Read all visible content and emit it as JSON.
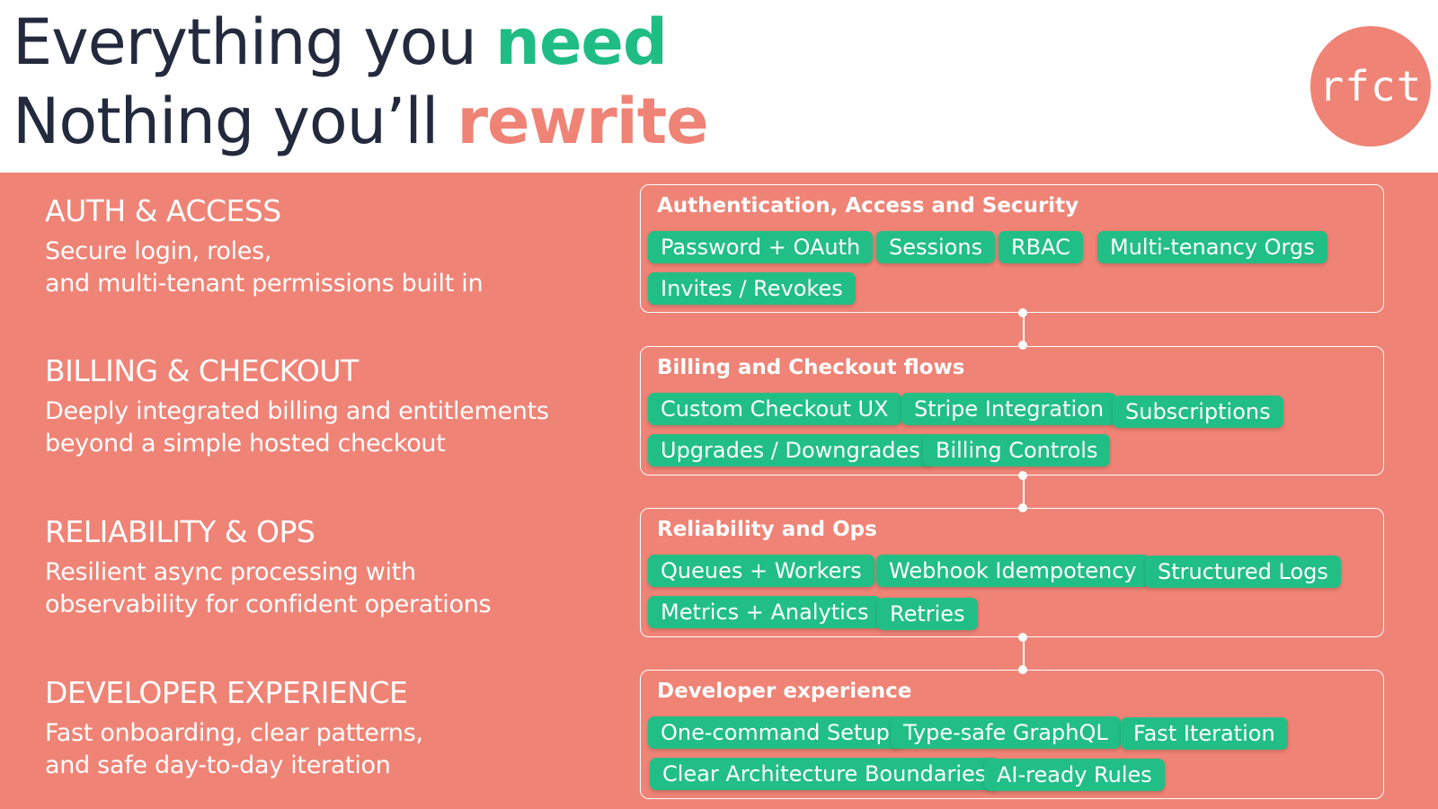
{
  "header": {
    "line1_prefix": "Everything you ",
    "line1_highlight": "need",
    "line2_prefix": "Nothing you’ll ",
    "line2_highlight": "rewrite",
    "logo_text": "rfct"
  },
  "colors": {
    "background_band": "#ef8376",
    "headline_text": "#232a3e",
    "highlight_need": "#1fbd84",
    "highlight_rewrite": "#ef8376",
    "chip": "#21bf85",
    "text_on_band": "#ffffff"
  },
  "features": [
    {
      "title": "AUTH & ACCESS",
      "description": "Secure login, roles,\nand multi-tenant permissions built in"
    },
    {
      "title": "BILLING & CHECKOUT",
      "description": "Deeply integrated billing and entitlements\nbeyond a simple hosted checkout"
    },
    {
      "title": "RELIABILITY & OPS",
      "description": "Resilient async processing with\nobservability for confident operations"
    },
    {
      "title": "DEVELOPER EXPERIENCE",
      "description": "Fast onboarding, clear patterns,\nand safe day-to-day iteration"
    }
  ],
  "panels": [
    {
      "title": "Authentication, Access and Security",
      "rows": [
        [
          "Password + OAuth",
          "Sessions",
          "RBAC",
          "Multi-tenancy Orgs"
        ],
        [
          "Invites / Revokes"
        ]
      ]
    },
    {
      "title": "Billing and Checkout flows",
      "rows": [
        [
          "Custom Checkout UX",
          "Stripe Integration",
          "Subscriptions"
        ],
        [
          "Upgrades / Downgrades",
          "Billing Controls"
        ]
      ]
    },
    {
      "title": "Reliability and Ops",
      "rows": [
        [
          "Queues + Workers",
          "Webhook Idempotency",
          "Structured Logs"
        ],
        [
          "Metrics + Analytics",
          "Retries"
        ]
      ]
    },
    {
      "title": "Developer experience",
      "rows": [
        [
          "One-command Setup",
          "Type-safe GraphQL",
          "Fast Iteration"
        ],
        [
          "Clear Architecture Boundaries",
          "AI-ready Rules"
        ]
      ]
    }
  ]
}
